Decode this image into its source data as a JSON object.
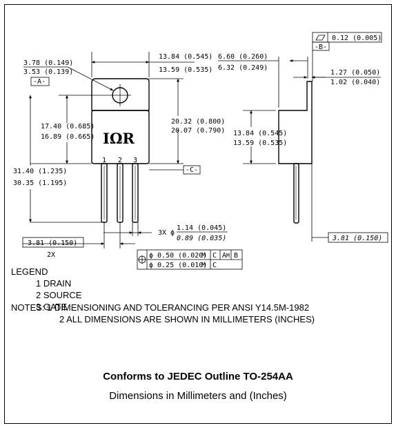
{
  "dims": {
    "tab_hole_max": "3.78 (0.149)",
    "tab_hole_min": "3.53 (0.139)",
    "datum_a": "-A-",
    "width_max": "13.84 (0.545)",
    "width_min": "13.59 (0.535)",
    "body_height_max": "20.32 (0.800)",
    "body_height_min": "20.07 (0.790)",
    "hole_to_body_max": "17.40 (0.685)",
    "hole_to_body_min": "16.89 (0.665)",
    "overall_length_max": "31.40 (1.235)",
    "overall_length_min": "30.35 (1.195)",
    "datum_c": "-C-",
    "lead_pitch": "3.81 (0.150)",
    "lead_pitch_mult": "2X",
    "lead_dia_prefix": "3X ϕ",
    "lead_dia_max": "1.14 (0.045)",
    "lead_dia_min": "0.89 (0.035)",
    "side_height_max": "6.60 (0.260)",
    "side_height_min": "6.32 (0.249)",
    "flatness": "0.12 (0.005)",
    "datum_b": "-B-",
    "tab_thick_max": "1.27 (0.050)",
    "tab_thick_min": "1.02 (0.040)",
    "side_body_max": "13.84 (0.545)",
    "side_body_min": "13.59 (0.535)",
    "side_lead_offset": "3.81 (0.150)"
  },
  "tolerance": {
    "row1_value": "ϕ 0.50 (0.020)",
    "row1_mod": "M",
    "row1_ref1": "C",
    "row1_ref2": "A",
    "row1_ref2_mod": "M",
    "row1_ref3": "B",
    "row2_value": "ϕ 0.25 (0.010)",
    "row2_mod": "M",
    "row2_ref1": "C"
  },
  "package": {
    "logo": "IΩR",
    "pin_labels": [
      "1",
      "2",
      "3"
    ]
  },
  "legend": {
    "title": "LEGEND",
    "items": [
      "1 DRAIN",
      "2 SOURCE",
      "3 GATE"
    ]
  },
  "notes": {
    "label": "NOTES:",
    "items": [
      "1 DIMENSIONING AND TOLERANCING PER ANSI Y14.5M-1982",
      "2  ALL DIMENSIONS ARE SHOWN IN MILLIMETERS (INCHES)"
    ]
  },
  "footer": {
    "title": "Conforms to JEDEC Outline TO-254AA",
    "subtitle": "Dimensions in Millimeters and (Inches)"
  }
}
